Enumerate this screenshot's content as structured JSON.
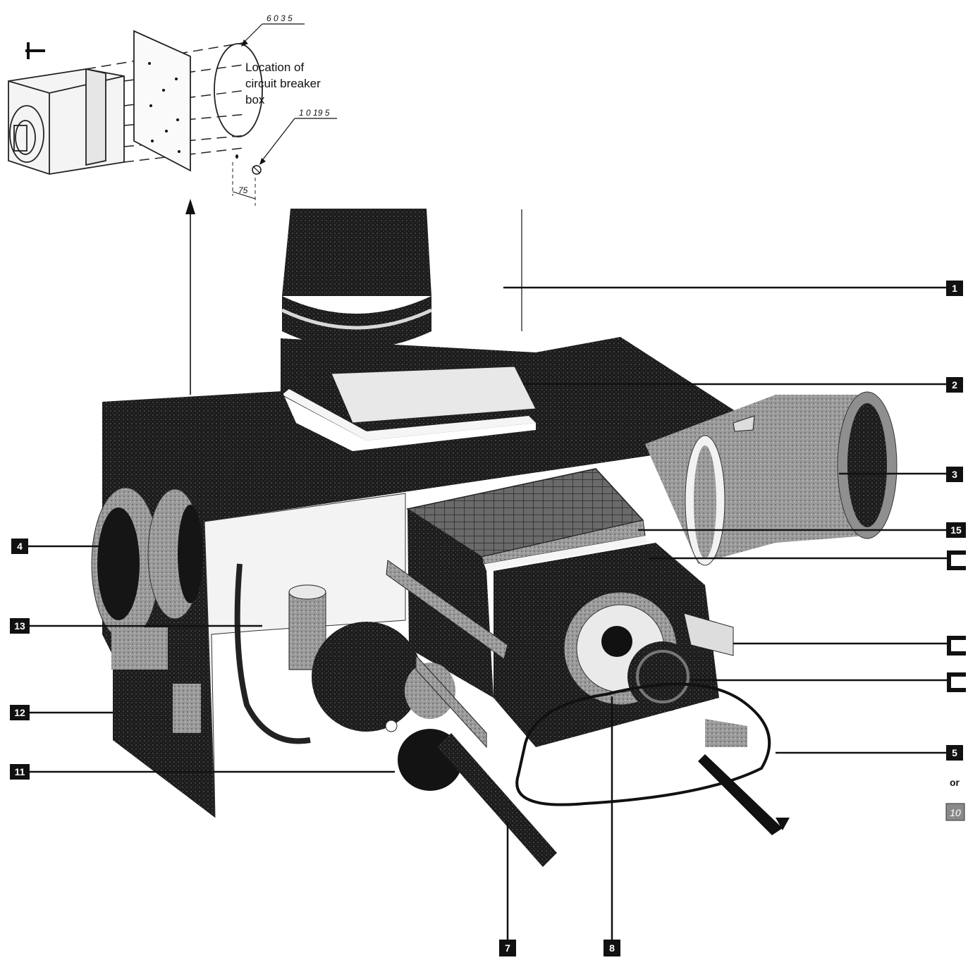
{
  "inset": {
    "caption_lines": [
      "Location of",
      "circuit breaker",
      "box"
    ],
    "dimension_top": "6 0 3 5",
    "dimension_bottom": "1 0  19 5",
    "dimension_small": "75"
  },
  "callouts": [
    {
      "id": "c1",
      "label": "1"
    },
    {
      "id": "c2",
      "label": "2"
    },
    {
      "id": "c3",
      "label": "3"
    },
    {
      "id": "c15",
      "label": "15"
    },
    {
      "id": "c4",
      "label": "4"
    },
    {
      "id": "c13",
      "label": "13"
    },
    {
      "id": "c12",
      "label": "12"
    },
    {
      "id": "c11",
      "label": "11"
    },
    {
      "id": "c5",
      "label": "5"
    },
    {
      "id": "c10",
      "label": "10"
    },
    {
      "id": "c7",
      "label": "7"
    },
    {
      "id": "c8",
      "label": "8"
    }
  ],
  "or_text": "or",
  "colors": {
    "ink": "#111111",
    "mid": "#3a3a3a",
    "light": "#bdbdbd",
    "paper": "#ffffff"
  }
}
